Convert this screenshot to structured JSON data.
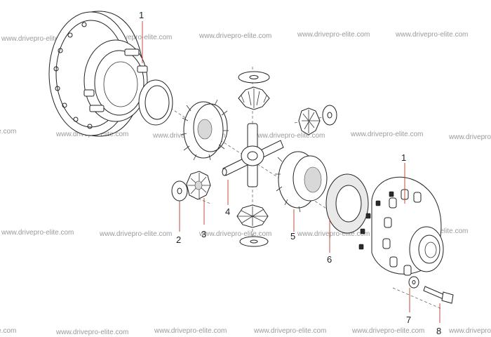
{
  "watermark": "www.drivepro-elite.com",
  "callouts": {
    "c1_top": "1",
    "c1_right": "1",
    "c2": "2",
    "c3": "3",
    "c4": "4",
    "c5": "5",
    "c6": "6",
    "c7": "7",
    "c8": "8"
  }
}
